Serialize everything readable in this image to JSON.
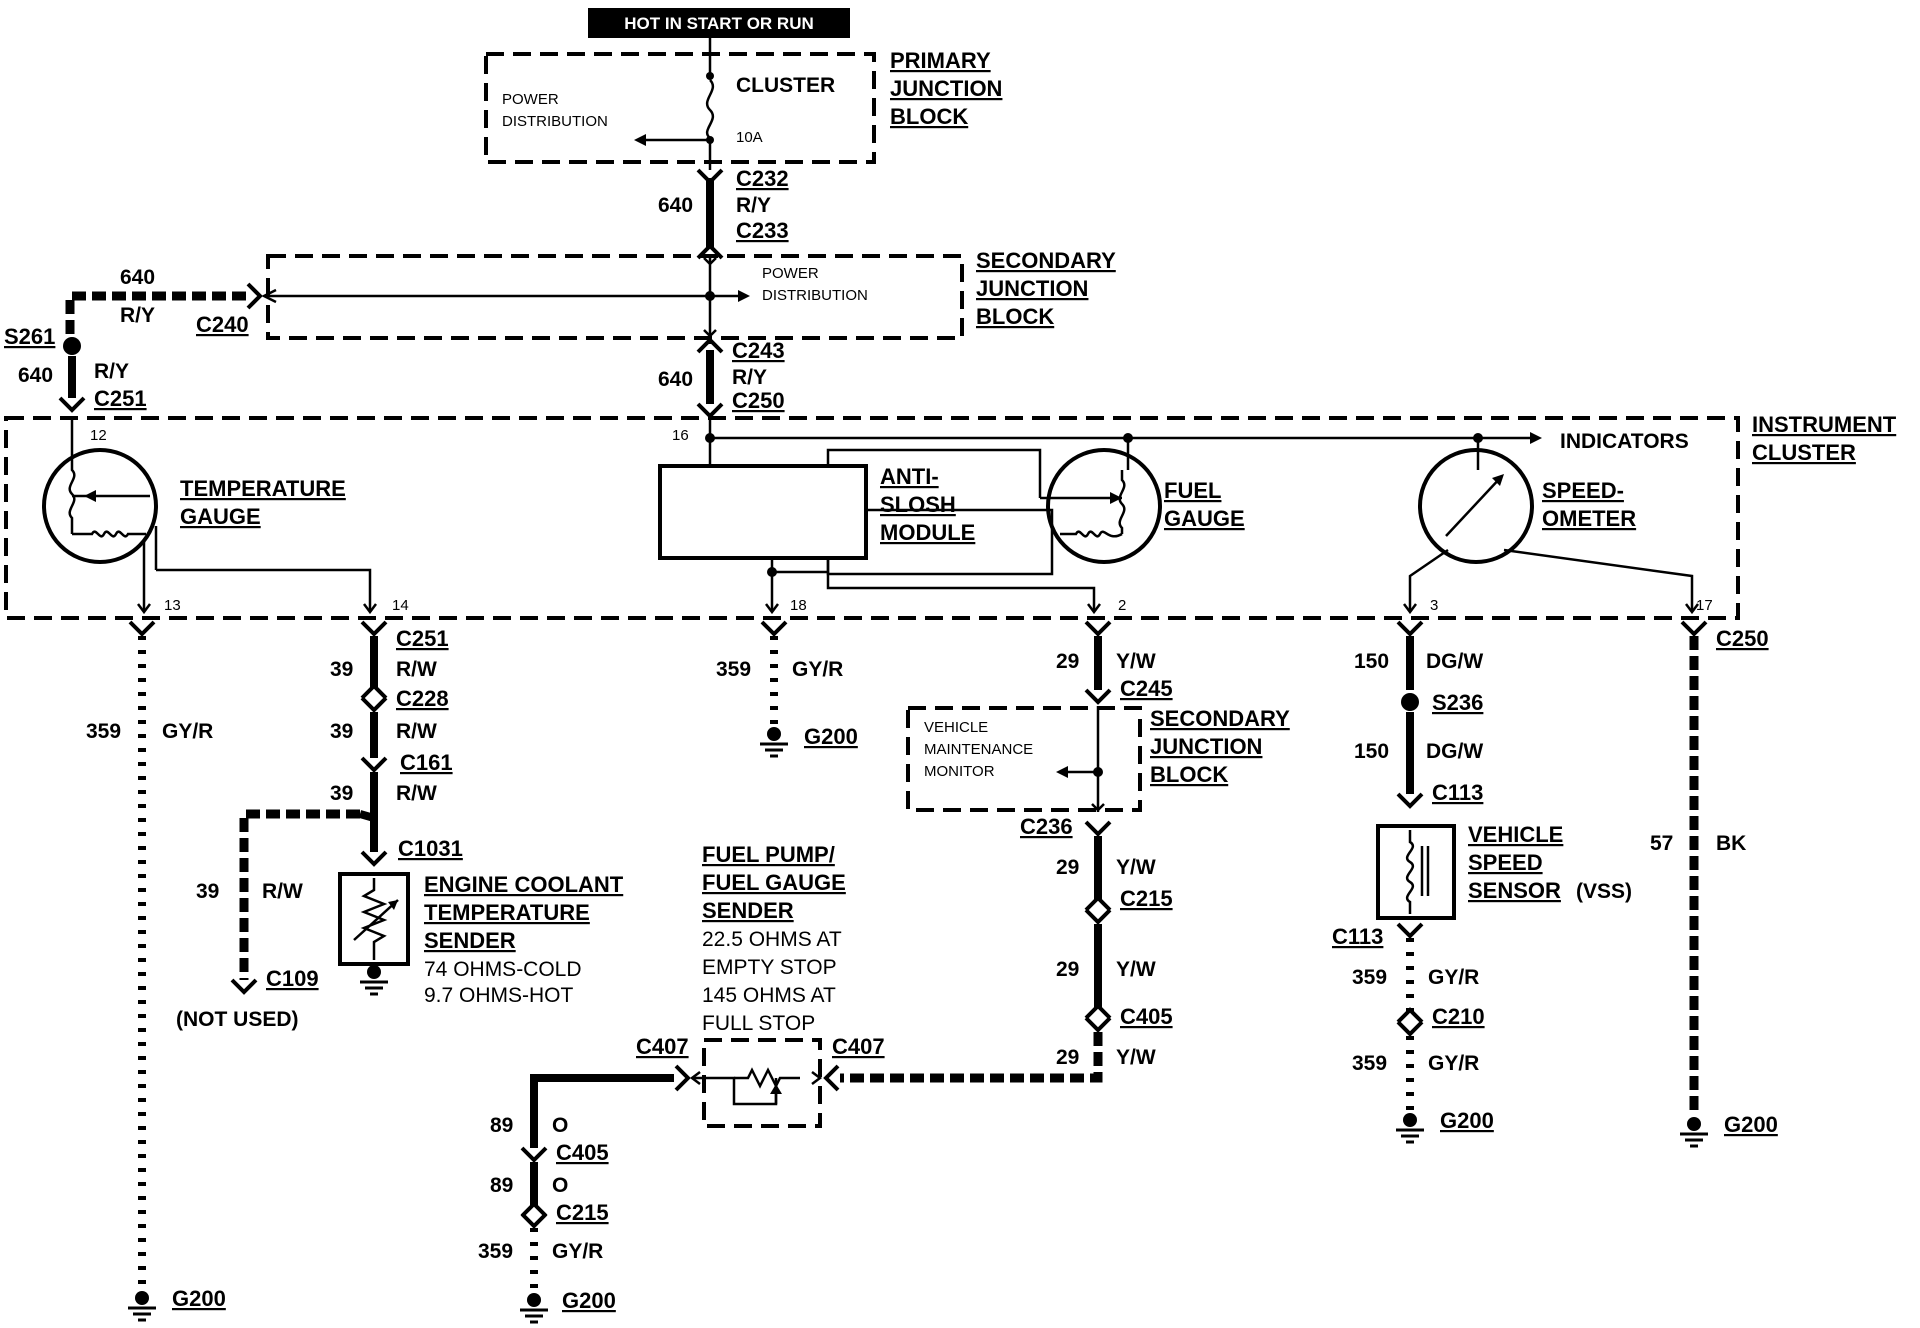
{
  "top_banner": "HOT IN START OR RUN",
  "primary_jb": {
    "title": [
      "PRIMARY",
      "JUNCTION",
      "BLOCK"
    ],
    "cluster_label": "CLUSTER",
    "power_dist": [
      "POWER",
      "DISTRIBUTION"
    ],
    "fuse": "10A"
  },
  "secondary_jb_top": {
    "title": [
      "SECONDARY",
      "JUNCTION",
      "BLOCK"
    ],
    "power_dist": [
      "POWER",
      "DISTRIBUTION"
    ]
  },
  "connectors": {
    "c232": "C232",
    "c233": "C233",
    "c240": "C240",
    "c243": "C243",
    "c250": "C250",
    "c251": "C251",
    "c228": "C228",
    "c161": "C161",
    "c1031": "C1031",
    "c109": "C109",
    "c245": "C245",
    "c236": "C236",
    "c215": "C215",
    "c405": "C405",
    "c407": "C407",
    "c113": "C113",
    "c210": "C210",
    "s261": "S261",
    "s236": "S236",
    "g200": "G200"
  },
  "wires": {
    "w640": "640",
    "ry": "R/Y",
    "w359": "359",
    "gyr": "GY/R",
    "w39": "39",
    "rw": "R/W",
    "w29": "29",
    "yw": "Y/W",
    "w150": "150",
    "dgw": "DG/W",
    "w57": "57",
    "bk": "BK",
    "w89": "89",
    "o": "O"
  },
  "instrument_cluster": {
    "title": [
      "INSTRUMENT",
      "CLUSTER"
    ],
    "indicators": "INDICATORS",
    "temp_gauge": [
      "TEMPERATURE",
      "GAUGE"
    ],
    "anti_slosh": [
      "ANTI-",
      "SLOSH",
      "MODULE"
    ],
    "fuel_gauge": [
      "FUEL",
      "GAUGE"
    ],
    "speedometer": [
      "SPEED-",
      "OMETER"
    ],
    "pins": {
      "p12": "12",
      "p16": "16",
      "p13": "13",
      "p14": "14",
      "p18": "18",
      "p2": "2",
      "p3": "3",
      "p17": "17"
    }
  },
  "ect_sender": {
    "title": [
      "ENGINE COOLANT",
      "TEMPERATURE",
      "SENDER"
    ],
    "specs": [
      "74 OHMS-COLD",
      "9.7 OHMS-HOT"
    ]
  },
  "not_used": "(NOT USED)",
  "fuel_sender": {
    "title": [
      "FUEL PUMP/",
      "FUEL GAUGE",
      "SENDER"
    ],
    "specs": [
      "22.5 OHMS AT",
      "EMPTY  STOP",
      "145 OHMS AT",
      "FULL STOP"
    ]
  },
  "vmm": {
    "label": [
      "VEHICLE",
      "MAINTENANCE",
      "MONITOR"
    ],
    "title": [
      "SECONDARY",
      "JUNCTION",
      "BLOCK"
    ]
  },
  "vss": {
    "title": [
      "VEHICLE",
      "SPEED",
      "SENSOR"
    ],
    "suffix": "(VSS)"
  }
}
